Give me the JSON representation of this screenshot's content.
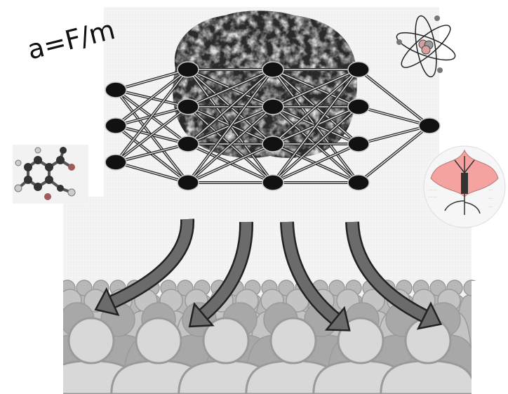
{
  "formula": "a=F/m",
  "colors": {
    "ink": "#111111",
    "brain": "#2a2a2a",
    "arrow": "#6b6b6b",
    "crowd_back": "#b8b8b8",
    "crowd_mid": "#a8a8a8",
    "crowd_front": "#d8d8d8",
    "flower": "#f4a3a0"
  },
  "network": {
    "layers": [
      3,
      4,
      4,
      4,
      1
    ]
  },
  "icons": [
    "atom-icon",
    "molecule-icon",
    "flower-diagram-icon",
    "brain-icon",
    "crowd-icon"
  ],
  "arrow_count": 4
}
